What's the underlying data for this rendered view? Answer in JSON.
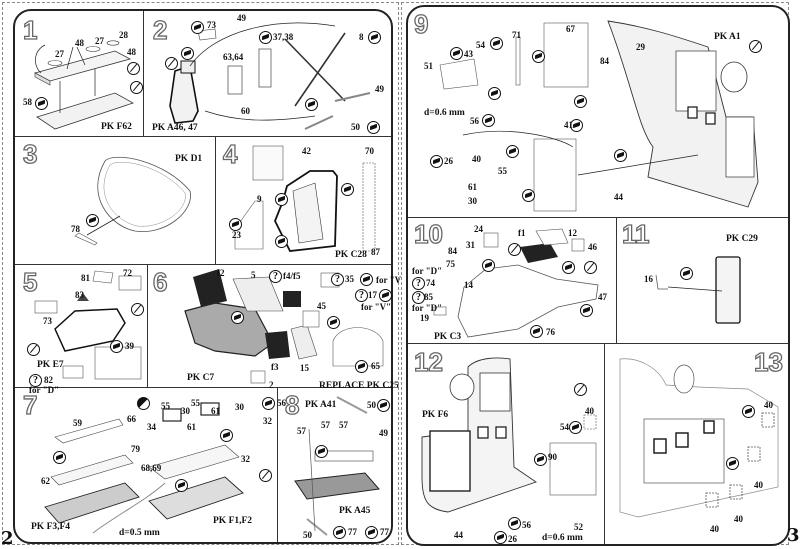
{
  "pages": {
    "left_number": "2",
    "right_number": "3"
  },
  "steps": [
    {
      "number": "1",
      "kit": "PK F62",
      "parts": [
        "48",
        "27",
        "28",
        "27",
        "48",
        "58"
      ]
    },
    {
      "number": "2",
      "kit": "PK A46, 47",
      "parts": [
        "73",
        "49",
        "37,38",
        "63,64",
        "60",
        "8",
        "49",
        "50"
      ]
    },
    {
      "number": "3",
      "kit": "PK D1",
      "parts": [
        "78"
      ]
    },
    {
      "number": "4",
      "kit": "PK C28",
      "parts": [
        "42",
        "70",
        "9",
        "23",
        "87"
      ]
    },
    {
      "number": "5",
      "kit": "PK E7",
      "parts": [
        "81",
        "72",
        "83",
        "73",
        "39",
        "82"
      ],
      "note": "for \"D\""
    },
    {
      "number": "6",
      "kit": "PK C7",
      "replace": "REPLACE PK C25",
      "parts": [
        "f2",
        "5",
        "f4/f5",
        "35",
        "45",
        "17",
        "f3",
        "15",
        "2",
        "65"
      ],
      "note_v1": "for \"V\"",
      "note_v2": "for \"V\""
    },
    {
      "number": "7",
      "kit_a": "PK F3,F4",
      "kit_b": "PK F1,F2",
      "wire": "d=0.5 mm",
      "parts": [
        "59",
        "66",
        "34",
        "79",
        "68,69",
        "62",
        "55",
        "30",
        "61",
        "55",
        "61",
        "30",
        "56",
        "32",
        "32"
      ]
    },
    {
      "number": "8",
      "kit_a": "PK A41",
      "kit_b": "PK A45",
      "parts": [
        "50",
        "57",
        "57",
        "49",
        "57",
        "50",
        "77",
        "77"
      ]
    },
    {
      "number": "9",
      "kit": "PK A1",
      "wire": "d=0.6 mm",
      "parts": [
        "71",
        "67",
        "54",
        "43",
        "51",
        "84",
        "29",
        "56",
        "41",
        "26",
        "40",
        "55",
        "61",
        "30",
        "44"
      ]
    },
    {
      "number": "10",
      "kit": "PK C3",
      "parts": [
        "24",
        "f1",
        "12",
        "31",
        "46",
        "84",
        "75",
        "74",
        "14",
        "85",
        "19",
        "47",
        "76"
      ],
      "note_d1": "for \"D\"",
      "note_d2": "for \"D\""
    },
    {
      "number": "11",
      "kit": "PK C29",
      "parts": [
        "16"
      ]
    },
    {
      "number": "12",
      "kit": "PK F6",
      "wire": "d=0.6 mm",
      "parts": [
        "40",
        "54",
        "90",
        "44",
        "56",
        "26",
        "52"
      ]
    },
    {
      "number": "13",
      "parts": [
        "40",
        "40",
        "40",
        "40",
        "40"
      ]
    }
  ]
}
